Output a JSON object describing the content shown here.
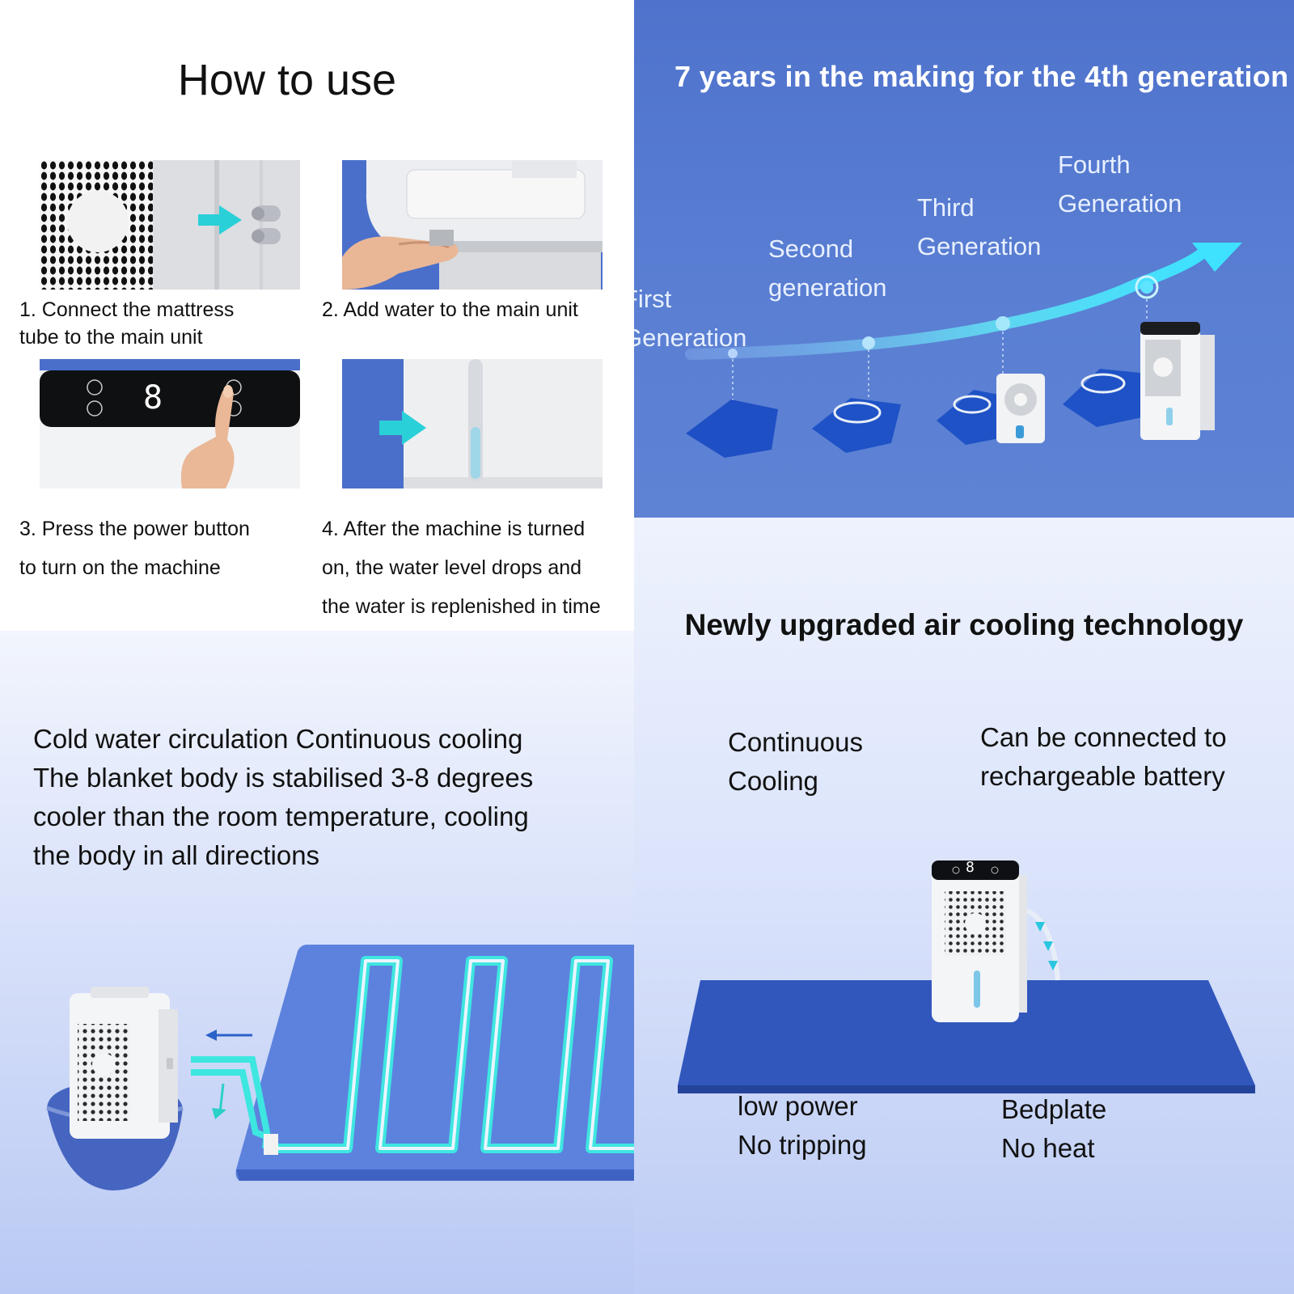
{
  "how_to_use": {
    "title": "How to use",
    "steps": [
      {
        "caption": "1. Connect the mattress\ntube to the main unit"
      },
      {
        "caption": "2. Add water to the main unit"
      },
      {
        "caption": "3. Press the power button\n to turn on the machine"
      },
      {
        "caption": "4. After the machine is turned\non, the water level drops and\nthe water is replenished in time"
      }
    ],
    "display_digit": "8"
  },
  "generations": {
    "title": "7 years in the making for the 4th generation",
    "labels": [
      "First\nGeneration",
      "Second\ngeneration",
      "Third\nGeneration",
      "Fourth\nGeneration"
    ]
  },
  "cold_water": {
    "lines": [
      "Cold water circulation Continuous cooling",
      "The blanket body is stabilised 3-8 degrees",
      "cooler than the room temperature, cooling",
      "the body in all directions"
    ]
  },
  "air_cooling": {
    "title": "Newly upgraded air cooling technology",
    "features": {
      "top_left": "Continuous\nCooling",
      "top_right": "Can be connected to\nrechargeable battery",
      "bottom_left": "low power\nNo tripping",
      "bottom_right": "Bedplate\nNo heat"
    },
    "display_digit": "8"
  },
  "colors": {
    "panel_blue": "#5274cf",
    "mat_blue": "#2f55bd",
    "accent_cyan": "#36d6e0",
    "unit_white": "#f4f5f7"
  }
}
